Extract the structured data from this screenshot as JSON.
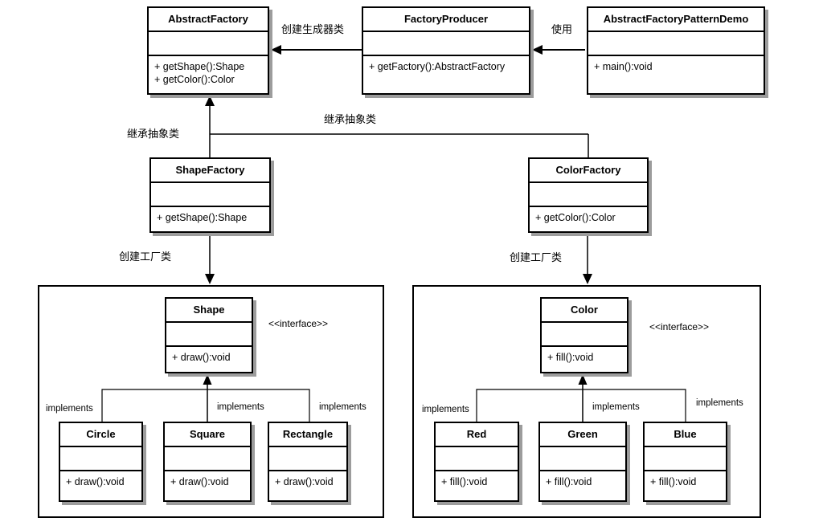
{
  "diagram": {
    "classes": {
      "abstract_factory": {
        "name": "AbstractFactory",
        "methods": [
          "+ getShape():Shape",
          "+ getColor():Color"
        ]
      },
      "factory_producer": {
        "name": "FactoryProducer",
        "methods": [
          "+ getFactory():AbstractFactory"
        ]
      },
      "demo": {
        "name": "AbstractFactoryPatternDemo",
        "methods": [
          "+ main():void"
        ]
      },
      "shape_factory": {
        "name": "ShapeFactory",
        "methods": [
          "+ getShape():Shape"
        ]
      },
      "color_factory": {
        "name": "ColorFactory",
        "methods": [
          "+ getColor():Color"
        ]
      },
      "shape": {
        "name": "Shape",
        "methods": [
          "+ draw():void"
        ]
      },
      "color": {
        "name": "Color",
        "methods": [
          "+ fill():void"
        ]
      },
      "circle": {
        "name": "Circle",
        "methods": [
          "+ draw():void"
        ]
      },
      "square": {
        "name": "Square",
        "methods": [
          "+ draw():void"
        ]
      },
      "rectangle": {
        "name": "Rectangle",
        "methods": [
          "+ draw():void"
        ]
      },
      "red": {
        "name": "Red",
        "methods": [
          "+ fill():void"
        ]
      },
      "green": {
        "name": "Green",
        "methods": [
          "+ fill():void"
        ]
      },
      "blue": {
        "name": "Blue",
        "methods": [
          "+ fill():void"
        ]
      }
    },
    "labels": {
      "create_producer": "创建生成器类",
      "use": "使用",
      "inherit_abstract_left": "继承抽象类",
      "inherit_abstract_right": "继承抽象类",
      "create_factory_left": "创建工厂类",
      "create_factory_right": "创建工厂类",
      "interface_stereotype": "<<interface>>",
      "implements": "implements"
    },
    "colors": {
      "line": "#000000",
      "box_border": "#000000",
      "box_background": "#ffffff",
      "box_shadow": "#9c9c9c",
      "page_background": "#ffffff"
    }
  }
}
